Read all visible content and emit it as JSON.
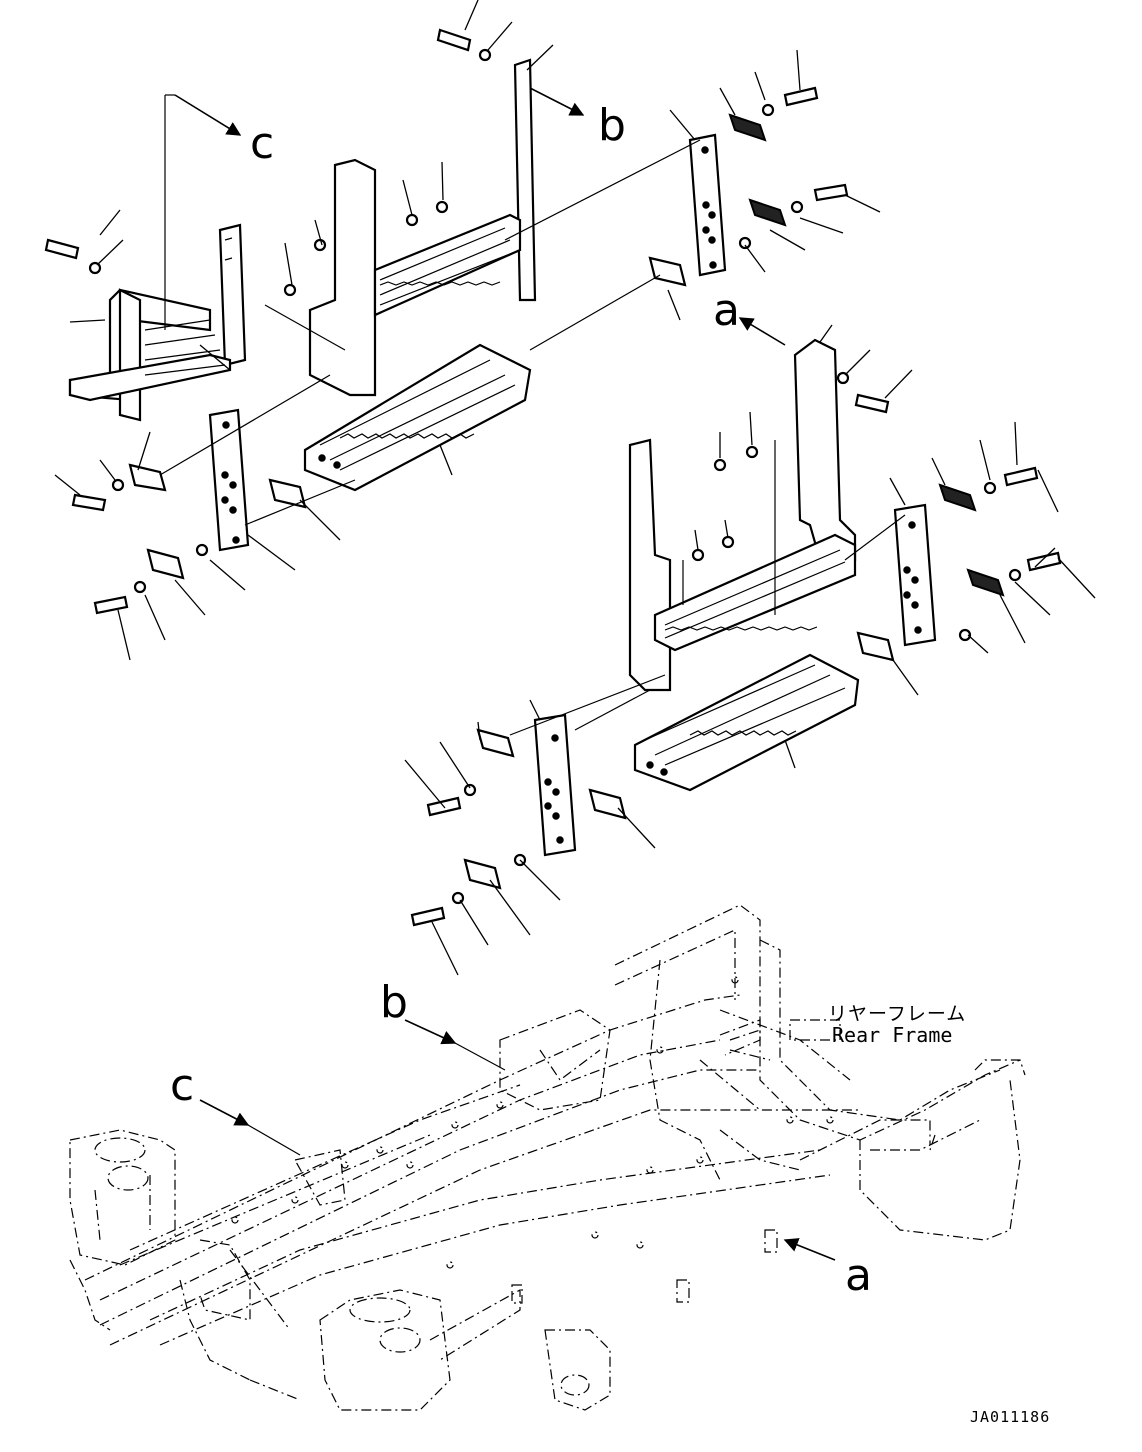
{
  "diagram": {
    "view_labels": {
      "a_top": "a",
      "b_top": "b",
      "c_top": "c",
      "a_frame": "a",
      "b_frame": "b",
      "c_frame": "c"
    },
    "frame_label": {
      "japanese": "リヤーフレーム",
      "english": "Rear Frame"
    },
    "drawing_code": "JA011186"
  }
}
